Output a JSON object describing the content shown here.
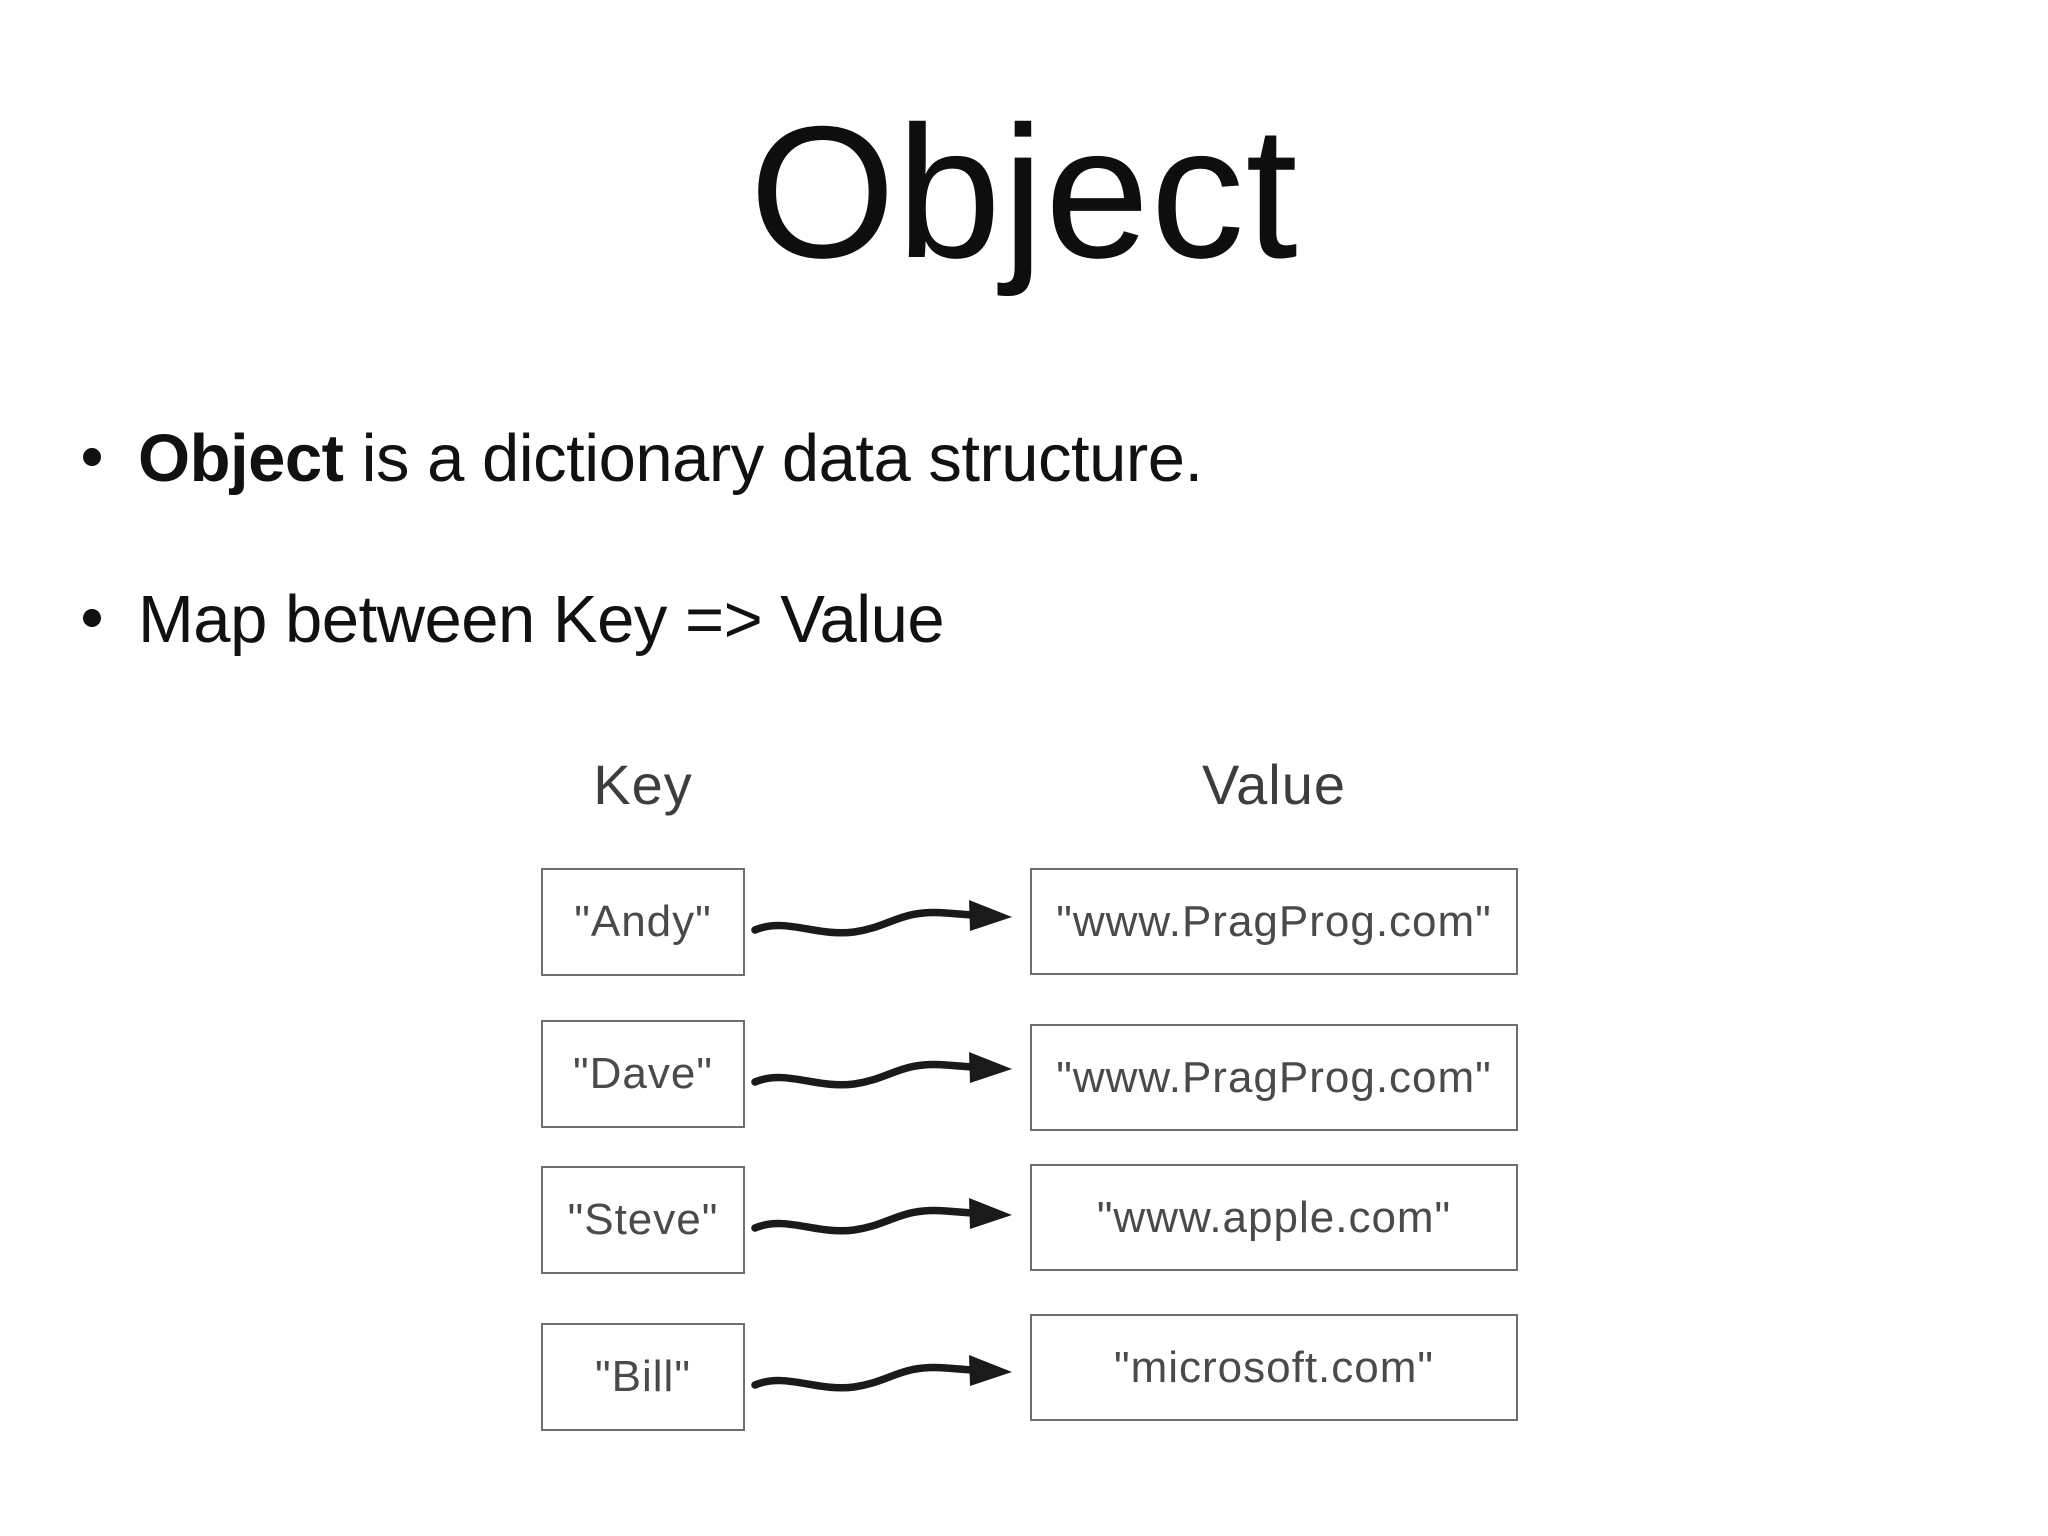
{
  "slide": {
    "title": "Object",
    "bullets": [
      {
        "lead_bold": "Object",
        "text": " is a dictionary data structure."
      },
      {
        "lead_bold": "",
        "text": "Map between Key => Value"
      }
    ]
  },
  "diagram": {
    "key_header": "Key",
    "value_header": "Value",
    "rows": [
      {
        "key": "\"Andy\"",
        "value": "\"www.PragProg.com\""
      },
      {
        "key": "\"Dave\"",
        "value": "\"www.PragProg.com\""
      },
      {
        "key": "\"Steve\"",
        "value": "\"www.apple.com\""
      },
      {
        "key": "\"Bill\"",
        "value": "\"microsoft.com\""
      }
    ]
  },
  "colors": {
    "background": "#ffffff",
    "text_primary": "#111111",
    "diagram_text": "#4a4a4a",
    "diagram_border": "#6e6e6e",
    "arrow": "#1a1a1a"
  }
}
